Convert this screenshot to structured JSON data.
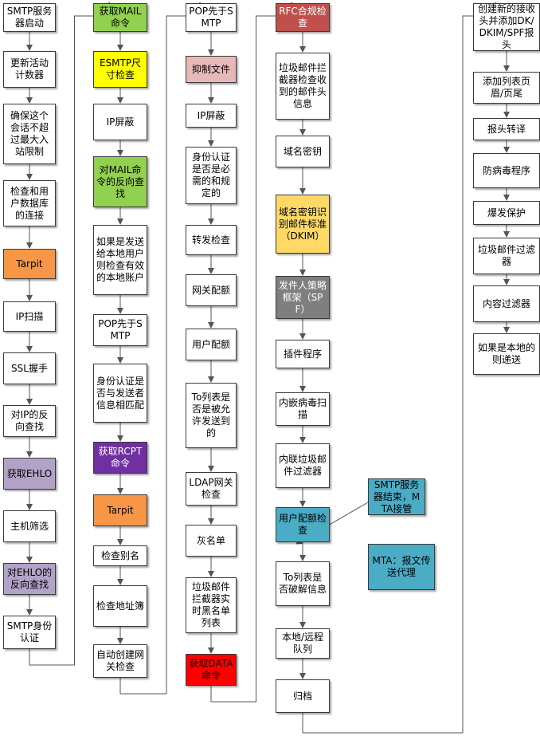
{
  "diagram": {
    "columns": [
      {
        "steps": [
          {
            "label": "SMTP服务器启动",
            "color": "#ffffff"
          },
          {
            "label": "更新活动计数器",
            "color": "#ffffff"
          },
          {
            "label": "确保这个会话不超过最大入站限制",
            "color": "#ffffff"
          },
          {
            "label": "检查和用户数据库的连接",
            "color": "#ffffff"
          },
          {
            "label": "Tarpit",
            "color": "#f79646"
          },
          {
            "label": "IP扫描",
            "color": "#ffffff"
          },
          {
            "label": "SSL握手",
            "color": "#ffffff"
          },
          {
            "label": "对IP的反向查找",
            "color": "#ffffff"
          },
          {
            "label": "获取EHLO",
            "color": "#b3a2c7"
          },
          {
            "label": "主机筛选",
            "color": "#ffffff"
          },
          {
            "label": "对EHLO的反向查找",
            "color": "#b3a2c7"
          },
          {
            "label": "SMTP身份认证",
            "color": "#ffffff"
          }
        ]
      },
      {
        "steps": [
          {
            "label": "获取MAIL命令",
            "color": "#92d050"
          },
          {
            "label": "ESMTP尺寸检查",
            "color": "#ffff00"
          },
          {
            "label": "IP屏蔽",
            "color": "#ffffff"
          },
          {
            "label": "对MAIL命令的反向查找",
            "color": "#92d050"
          },
          {
            "label": "如果是发送给本地用户则检查有效的本地账户",
            "color": "#ffffff"
          },
          {
            "label": "POP先于SMTP",
            "color": "#ffffff"
          },
          {
            "label": "身份认证是否与发送者信息相匹配",
            "color": "#ffffff"
          },
          {
            "label": "获取RCPT命令",
            "color": "#7030a0"
          },
          {
            "label": "Tarpit",
            "color": "#f79646"
          },
          {
            "label": "检查别名",
            "color": "#ffffff"
          },
          {
            "label": "检查地址簿",
            "color": "#ffffff"
          },
          {
            "label": "自动创建网关检查",
            "color": "#ffffff"
          }
        ]
      },
      {
        "steps": [
          {
            "label": "POP先于SMTP",
            "color": "#ffffff"
          },
          {
            "label": "抑制文件",
            "color": "#e6b9b8"
          },
          {
            "label": "IP屏蔽",
            "color": "#ffffff"
          },
          {
            "label": "身份认证是否是必需的和规定的",
            "color": "#ffffff"
          },
          {
            "label": "转发检查",
            "color": "#ffffff"
          },
          {
            "label": "网关配额",
            "color": "#ffffff"
          },
          {
            "label": "用户配额",
            "color": "#ffffff"
          },
          {
            "label": "To列表是否是被允许发送到的",
            "color": "#ffffff"
          },
          {
            "label": "LDAP网关检查",
            "color": "#ffffff"
          },
          {
            "label": "灰名单",
            "color": "#ffffff"
          },
          {
            "label": "垃圾邮件拦截器实时黑名单列表",
            "color": "#ffffff"
          },
          {
            "label": "获取DATA命令",
            "color": "#ff0000"
          }
        ]
      },
      {
        "steps": [
          {
            "label": "RFC合规检查",
            "color": "#c0504d"
          },
          {
            "label": "垃圾邮件拦截器检查收到的邮件头信息",
            "color": "#ffffff"
          },
          {
            "label": "域名密钥",
            "color": "#ffffff"
          },
          {
            "label": "域名密钥识别邮件标准（DKIM）",
            "color": "#ffd966"
          },
          {
            "label": "发件人策略框架（SPF）",
            "color": "#7f7f7f"
          },
          {
            "label": "插件程序",
            "color": "#ffffff"
          },
          {
            "label": "内嵌病毒扫描",
            "color": "#ffffff"
          },
          {
            "label": "内联垃圾邮件过滤器",
            "color": "#ffffff"
          },
          {
            "label": "用户配额检查",
            "color": "#4bacc6"
          },
          {
            "label": "To列表是否破解信息",
            "color": "#ffffff"
          },
          {
            "label": "本地/远程队列",
            "color": "#ffffff"
          },
          {
            "label": "归档",
            "color": "#ffffff"
          }
        ]
      },
      {
        "steps": [
          {
            "label": "创建新的接收头并添加DK/DKIM/SPF报头",
            "color": "#ffffff"
          },
          {
            "label": "添加列表页眉/页尾",
            "color": "#ffffff"
          },
          {
            "label": "报头转译",
            "color": "#ffffff"
          },
          {
            "label": "防病毒程序",
            "color": "#ffffff"
          },
          {
            "label": "爆发保护",
            "color": "#ffffff"
          },
          {
            "label": "垃圾邮件过滤器",
            "color": "#ffffff"
          },
          {
            "label": "内容过滤器",
            "color": "#ffffff"
          },
          {
            "label": "如果是本地的则递送",
            "color": "#ffffff"
          }
        ]
      }
    ],
    "side_notes": [
      {
        "label": "SMTP服务器结束，MTA接管",
        "color": "#4bacc6"
      },
      {
        "label": "MTA：报文传送代理",
        "color": "#4bacc6"
      }
    ],
    "line_color": "#555555"
  }
}
